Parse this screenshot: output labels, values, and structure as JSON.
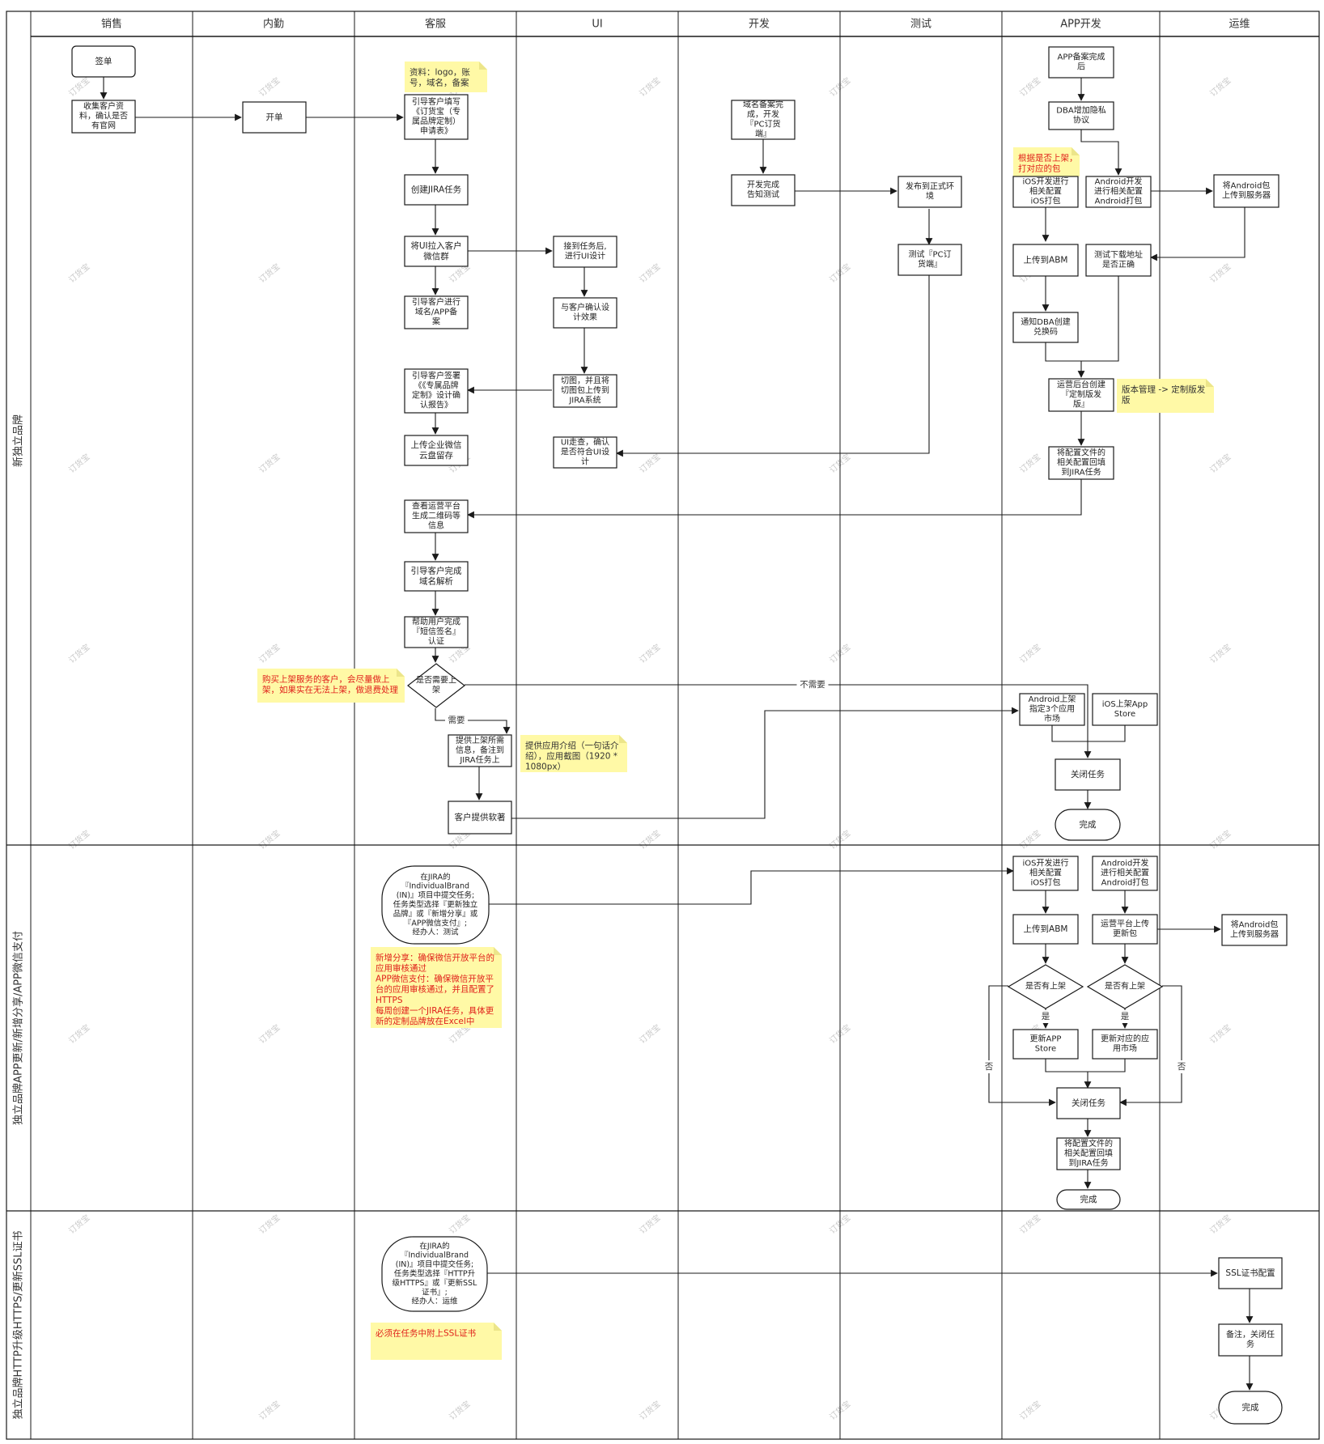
{
  "lanes": [
    "销售",
    "内勤",
    "客服",
    "UI",
    "开发",
    "测试",
    "APP开发",
    "运维"
  ],
  "sections": [
    "新独立品牌",
    "独立品牌APP更新/新增分享/APP微信支付",
    "独立品牌HTTP升级HTTPS/更新SSL证书"
  ],
  "nodes": {
    "qiandan": "签单",
    "shouji": [
      "收集客户资",
      "料，确认是否",
      "有官网"
    ],
    "kaidan": "开单",
    "yindao_tianxie": [
      "引导客户填写",
      "《订货宝（专",
      "属品牌定制）",
      "申请表》"
    ],
    "jira_create": "创建JIRA任务",
    "ui_lagun": [
      "将UI拉入客户",
      "微信群"
    ],
    "yindao_beian": [
      "引导客户进行",
      "域名/APP备",
      "案"
    ],
    "yindao_qianshu": [
      "引导客户签署",
      "《《专属品牌",
      "定制》设计确",
      "认报告》"
    ],
    "upload_wx": [
      "上传企业微信",
      "云盘留存"
    ],
    "chakan": [
      "查看运营平台",
      "生成二维码等",
      "信息"
    ],
    "jiexi": [
      "引导客户完成",
      "域名解析"
    ],
    "duanxin": [
      "帮助用户完成",
      "『短信签名』",
      "认证"
    ],
    "need_publish": [
      "是否需要上",
      "架"
    ],
    "tigong_info": [
      "提供上架所需",
      "信息，备注到",
      "JIRA任务上"
    ],
    "ruanzhu": "客户提供软著",
    "ui_receive": [
      "接到任务后,",
      "进行UI设计"
    ],
    "ui_confirm": [
      "与客户确认设",
      "计效果"
    ],
    "ui_cut": [
      "切图，并且将",
      "切图包上传到",
      "JIRA系统"
    ],
    "ui_check": [
      "UI走查，确认",
      "是否符合UI设",
      "计"
    ],
    "dev_domain": [
      "域名备案完",
      "成，开发",
      "『PC订货",
      "端』"
    ],
    "dev_done": [
      "开发完成",
      "告知测试"
    ],
    "test_publish": [
      "发布到正式环",
      "境"
    ],
    "test_pc": [
      "测试『PC订",
      "货端』"
    ],
    "app_beian": [
      "APP备案完成",
      "后"
    ],
    "app_dba": [
      "DBA增加隐私",
      "协议"
    ],
    "app_ios": [
      "iOS开发进行",
      "相关配置",
      "iOS打包"
    ],
    "app_android": [
      "Android开发",
      "进行相关配置",
      "Android打包"
    ],
    "app_abm": "上传到ABM",
    "app_testdl": [
      "测试下载地址",
      "是否正确"
    ],
    "app_dba_code": [
      "通知DBA创建",
      "兑换码"
    ],
    "app_ops_create": [
      "运营后台创建",
      "『定制版发",
      "版』"
    ],
    "app_fill_jira": [
      "将配置文件的",
      "相关配置回填",
      "到JIRA任务"
    ],
    "app_android_pub": [
      "Android上架",
      "指定3个应用",
      "市场"
    ],
    "app_ios_pub": [
      "iOS上架App",
      "Store"
    ],
    "close_task": "关闭任务",
    "done": "完成",
    "ops_upload": [
      "将Android包",
      "上传到服务器"
    ],
    "s2_start": [
      "在JIRA的",
      "『IndividualBrand",
      "(IN)』项目中提交任务;",
      "任务类型选择『更新独立",
      "品牌』或『新增分享』或",
      "『APP微信支付』;",
      "经办人：测试"
    ],
    "s2_ios": [
      "iOS开发进行",
      "相关配置",
      "iOS打包"
    ],
    "s2_android": [
      "Android开发",
      "进行相关配置",
      "Android打包"
    ],
    "s2_abm": "上传到ABM",
    "s2_ops_upload_pkg": [
      "运营平台上传",
      "更新包"
    ],
    "s2_ops_server": [
      "将Android包",
      "上传到服务器"
    ],
    "s2_published_1": "是否有上架",
    "s2_published_2": "是否有上架",
    "s2_update_store": [
      "更新APP",
      "Store"
    ],
    "s2_update_market": [
      "更新对应的应",
      "用市场"
    ],
    "s2_close": "关闭任务",
    "s2_fill": [
      "将配置文件的",
      "相关配置回填",
      "到JIRA任务"
    ],
    "s2_done": "完成",
    "s3_start": [
      "在JIRA的",
      "『IndividualBrand",
      "(IN)』项目中提交任务;",
      "任务类型选择『HTTP升",
      "级HTTPS』或『更新SSL",
      "证书』;",
      "经办人：运维"
    ],
    "s3_ssl": "SSL证书配置",
    "s3_note_close": [
      "备注，关闭任",
      "务"
    ],
    "s3_done": "完成"
  },
  "edge_labels": {
    "no_need": "不需要",
    "need": "需要",
    "yes": "是",
    "no": "否"
  },
  "notes": {
    "ziliao": [
      "资料：logo，账",
      "号，域名，备案"
    ],
    "shangjia": [
      "购买上架服务的客户，会尽量做上",
      "架，如果实在无法上架，做退费处理"
    ],
    "yingyong": [
      "提供应用介绍（一句话介",
      "绍），应用截图（1920 *",
      "1080px）"
    ],
    "genju": [
      "根据是否上架，",
      "打对应的包"
    ],
    "banben": [
      "版本管理 -> 定制版发",
      "版"
    ],
    "s2_note": [
      "新增分享：确保微信开放平台的",
      "应用审核通过",
      "APP微信支付：确保微信开放平",
      "台的应用审核通过，并且配置了",
      "HTTPS",
      "每周创建一个JIRA任务，具体更",
      "新的定制品牌放在Excel中"
    ],
    "s3_note": [
      "必须在任务中附上SSL证书"
    ]
  },
  "watermark": "订货宝",
  "colors": {
    "line": "#1a1a1a",
    "note_bg": "#fff9a6",
    "note_fold": "#ece58a",
    "note_text_black": "#333333",
    "note_text_red": "#e0201a"
  }
}
